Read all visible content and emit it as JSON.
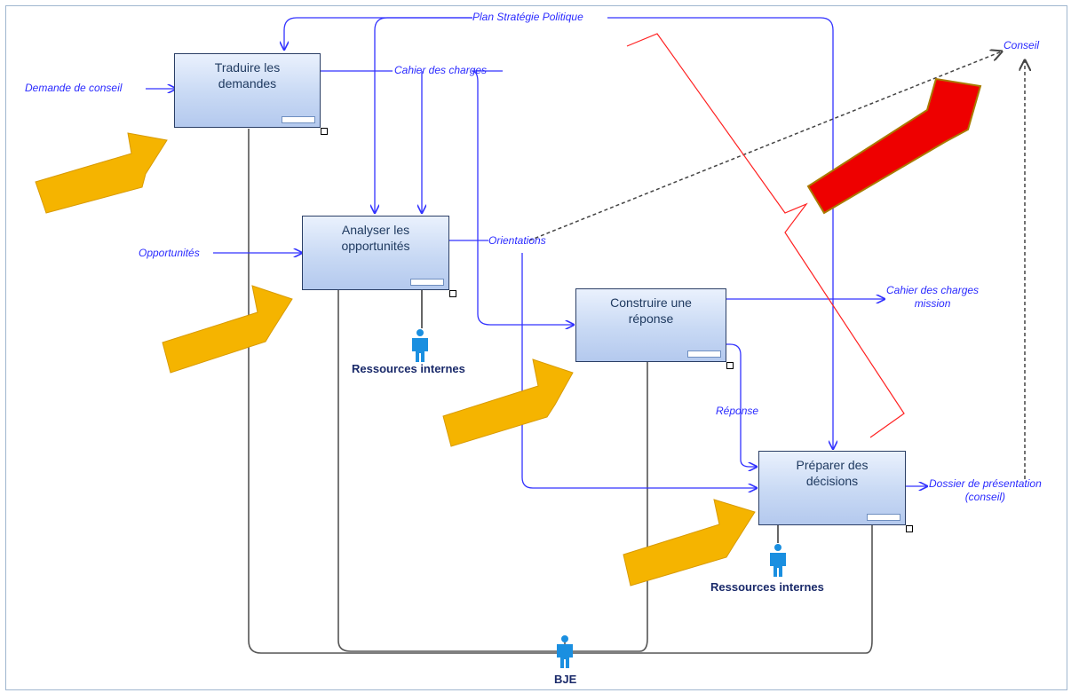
{
  "diagram": {
    "processes": [
      {
        "id": "p1",
        "label": "Traduire les demandes"
      },
      {
        "id": "p2",
        "label": "Analyser les opportunités"
      },
      {
        "id": "p3",
        "label": "Construire une réponse"
      },
      {
        "id": "p4",
        "label": "Préparer des décisions"
      }
    ],
    "flows": {
      "plan": "Plan Stratégie Politique",
      "demande": "Demande de conseil",
      "cahier": "Cahier des charges",
      "opportunites": "Opportunités",
      "orientations": "Orientations",
      "cahier_mission_1": "Cahier des charges",
      "cahier_mission_2": "mission",
      "reponse": "Réponse",
      "dossier_1": "Dossier de présentation",
      "dossier_2": "(conseil)",
      "conseil": "Conseil"
    },
    "resources": {
      "internes_1": "Ressources internes",
      "internes_2": "Ressources internes",
      "bje": "BJE"
    },
    "colors": {
      "flow": "#3333ff",
      "resource_line": "#555555",
      "highlight_arrow": "#f5b400",
      "focus_arrow": "#ee0000",
      "bracket": "#ff2222",
      "person": "#1a8fe0"
    }
  }
}
